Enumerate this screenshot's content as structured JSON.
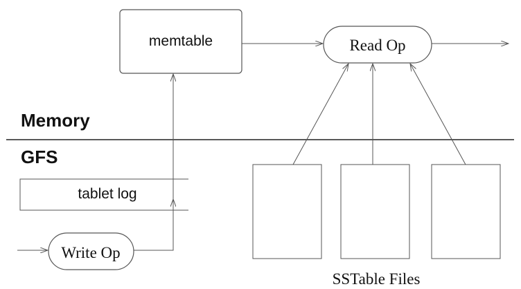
{
  "diagram": {
    "regions": {
      "memory_label": "Memory",
      "gfs_label": "GFS"
    },
    "nodes": {
      "memtable": "memtable",
      "read_op": "Read Op",
      "write_op": "Write Op",
      "tablet_log": "tablet log",
      "sstable_files_caption": "SSTable Files"
    },
    "sstable_files": [
      {
        "id": "sstable-1"
      },
      {
        "id": "sstable-2"
      },
      {
        "id": "sstable-3"
      }
    ],
    "edges": [
      {
        "from": "external-input",
        "to": "write_op"
      },
      {
        "from": "write_op",
        "to": "tablet_log"
      },
      {
        "from": "write_op",
        "to": "memtable"
      },
      {
        "from": "memtable",
        "to": "read_op"
      },
      {
        "from": "sstable-1",
        "to": "read_op"
      },
      {
        "from": "sstable-2",
        "to": "read_op"
      },
      {
        "from": "sstable-3",
        "to": "read_op"
      },
      {
        "from": "read_op",
        "to": "external-output"
      }
    ],
    "colors": {
      "stroke": "#555555",
      "divider": "#222222",
      "text": "#111111",
      "background": "#ffffff"
    }
  }
}
